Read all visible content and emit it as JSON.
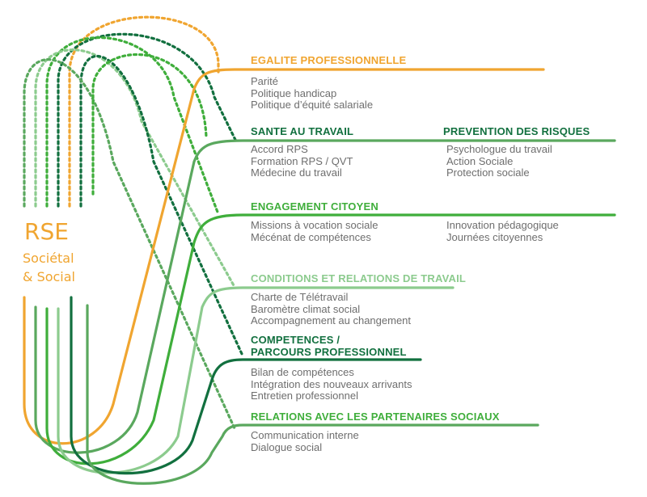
{
  "rse": {
    "title": "RSE",
    "subtitle_1": "Sociétal",
    "subtitle_2": "& Social"
  },
  "colors": {
    "orange": "#f0a530",
    "dark_green": "#12703f",
    "green": "#3fae3b",
    "medium_green": "#5aa85e",
    "light_green": "#8ccb8e",
    "text_gray": "#6e6e6e"
  },
  "sections": [
    {
      "title": "EGALITE PROFESSIONNELLE",
      "items": [
        "Parité",
        "Politique handicap",
        "Politique d’équité salariale"
      ]
    },
    {
      "title": "SANTE AU TRAVAIL",
      "items": [
        "Accord RPS",
        "Formation RPS / QVT",
        "Médecine du travail"
      ]
    },
    {
      "title": "PREVENTION DES RISQUES",
      "items": [
        "Psychologue du travail",
        "Action Sociale",
        "Protection sociale"
      ]
    },
    {
      "title": "ENGAGEMENT CITOYEN",
      "items": [
        "Missions à vocation sociale",
        "Mécénat de compétences"
      ]
    },
    {
      "title": "",
      "items": [
        "Innovation pédagogique",
        "Journées citoyennes"
      ]
    },
    {
      "title": "CONDITIONS ET RELATIONS DE TRAVAIL",
      "items": [
        "Charte de Télétravail",
        "Baromètre climat social",
        "Accompagnement au changement"
      ]
    },
    {
      "title_line1": "COMPETENCES /",
      "title_line2": "PARCOURS PROFESSIONNEL",
      "items": [
        "Bilan de compétences",
        "Intégration des nouveaux arrivants",
        "Entretien professionnel"
      ]
    },
    {
      "title": "RELATIONS AVEC LES PARTENAIRES SOCIAUX",
      "items": [
        "Communication interne",
        "Dialogue social"
      ]
    }
  ]
}
